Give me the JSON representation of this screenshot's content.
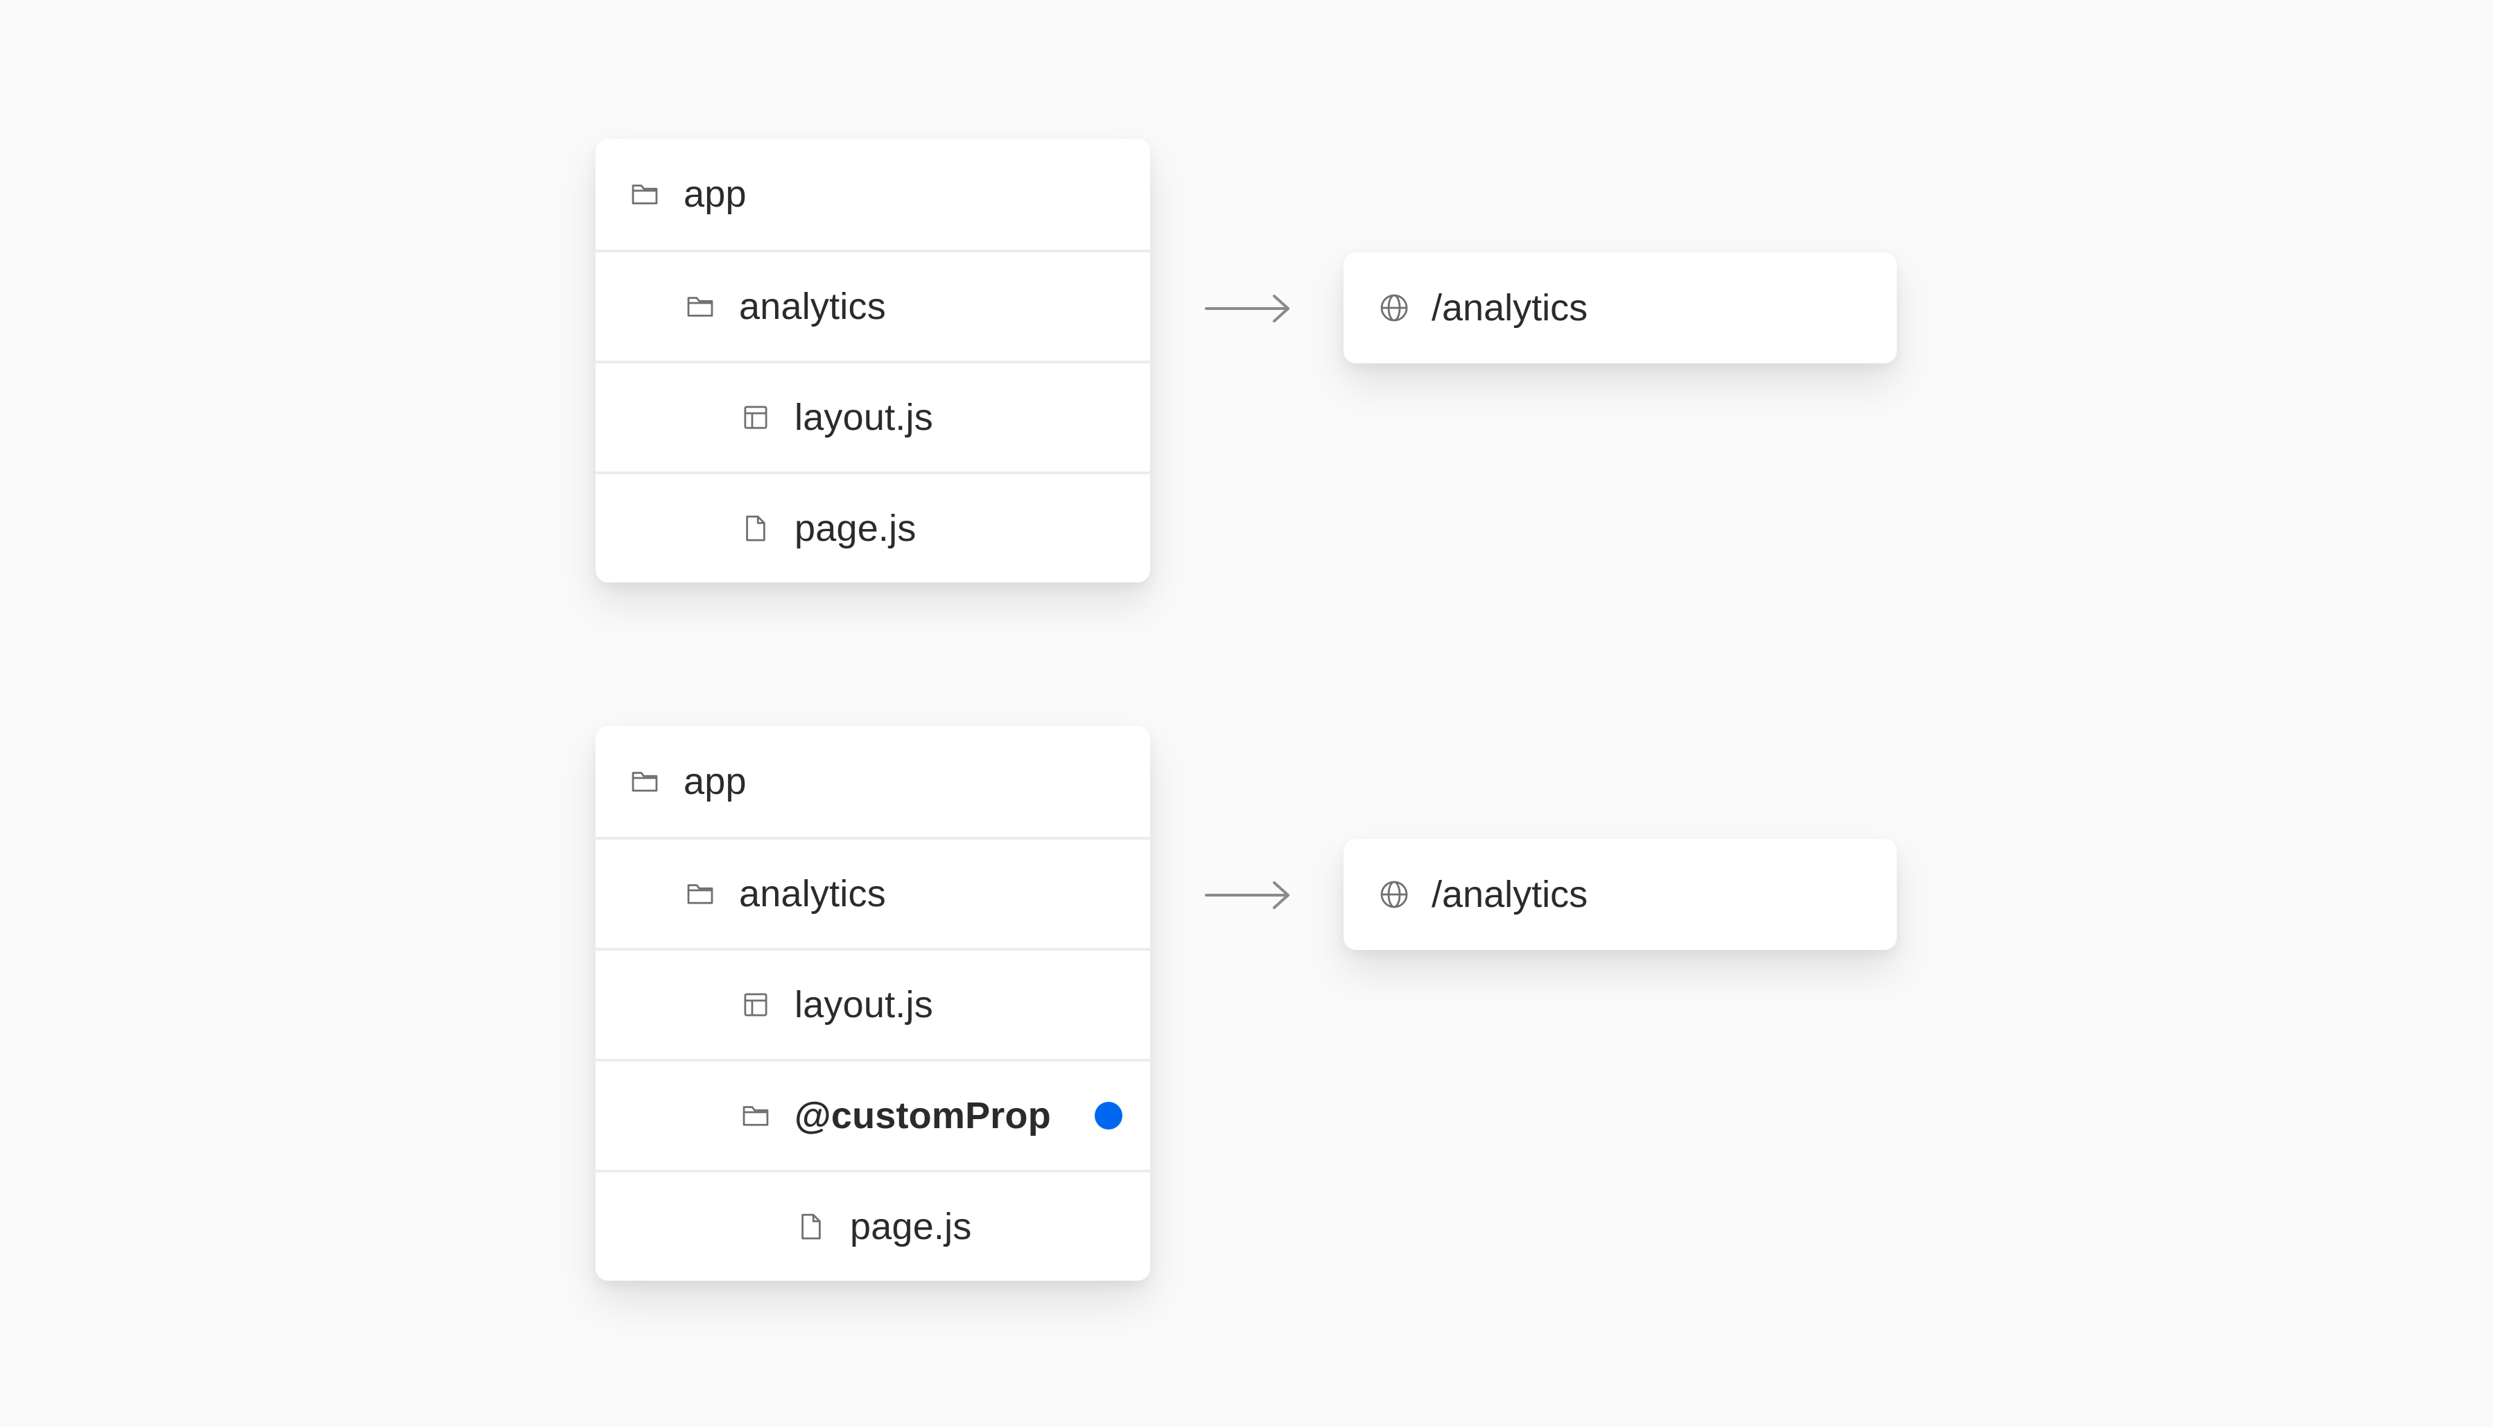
{
  "diagram_top": {
    "tree": [
      {
        "label": "app",
        "icon": "folder-icon",
        "level": 0
      },
      {
        "label": "analytics",
        "icon": "folder-icon",
        "level": 1
      },
      {
        "label": "layout.js",
        "icon": "layout-icon",
        "level": 2
      },
      {
        "label": "page.js",
        "icon": "file-icon",
        "level": 2
      }
    ],
    "route": {
      "label": "/analytics",
      "icon": "globe-icon"
    }
  },
  "diagram_bottom": {
    "tree": [
      {
        "label": "app",
        "icon": "folder-icon",
        "level": 0
      },
      {
        "label": "analytics",
        "icon": "folder-icon",
        "level": 1
      },
      {
        "label": "layout.js",
        "icon": "layout-icon",
        "level": 2
      },
      {
        "label": "@customProp",
        "icon": "folder-icon",
        "level": 2,
        "highlighted": true
      },
      {
        "label": "page.js",
        "icon": "file-icon",
        "level": 3
      }
    ],
    "route": {
      "label": "/analytics",
      "icon": "globe-icon"
    }
  },
  "colors": {
    "background": "#fafafa",
    "card": "#ffffff",
    "text": "#2b2b2b",
    "icon": "#6f6f6f",
    "arrow": "#8a8a8a",
    "highlight_dot": "#0068f0",
    "divider": "#ececec"
  }
}
